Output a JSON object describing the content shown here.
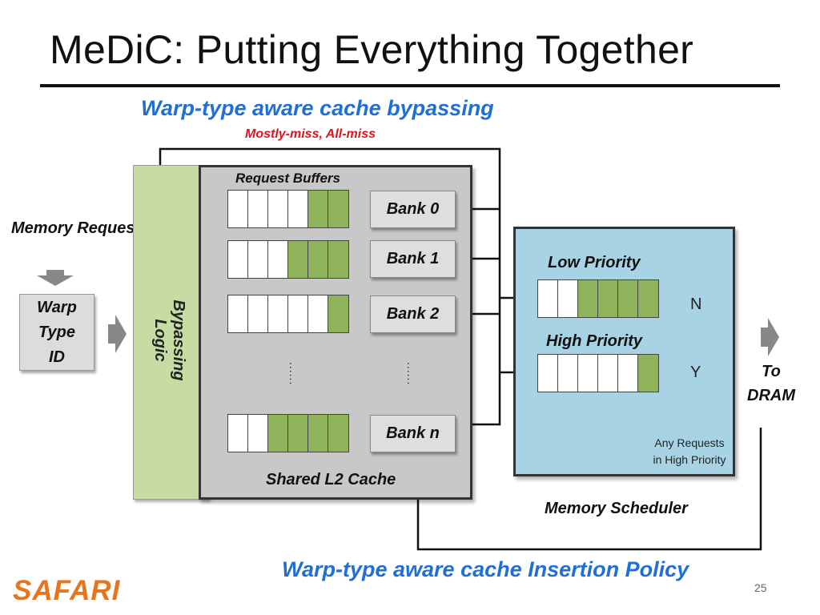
{
  "slide": {
    "title": "MeDiC: Putting Everything Together",
    "page_number": "25",
    "logo_text": "SAFARI"
  },
  "bypass": {
    "title": "Warp-type aware cache bypassing",
    "subtitle": "Mostly-miss, All-miss"
  },
  "insertion_policy": {
    "title": "Warp-type aware cache Insertion Policy"
  },
  "memory_request": {
    "label": "Memory Request"
  },
  "warp_type_id": {
    "label": "Warp\nType\nID"
  },
  "bypassing_logic": {
    "label": "Bypassing Logic"
  },
  "l2_cache": {
    "label": "Shared L2 Cache",
    "request_buffers_label": "Request Buffers",
    "banks": [
      {
        "label": "Bank 0",
        "filled_slots": 2
      },
      {
        "label": "Bank 1",
        "filled_slots": 3
      },
      {
        "label": "Bank 2",
        "filled_slots": 1
      },
      {
        "label": "Bank n",
        "filled_slots": 4
      }
    ],
    "slots_per_buffer": 6,
    "ellipsis": "......"
  },
  "memory_scheduler": {
    "label": "Memory Scheduler",
    "low_priority_label": "Low Priority",
    "high_priority_label": "High Priority",
    "low_priority_filled": 4,
    "high_priority_filled": 1,
    "queue_slots": 6,
    "mux_n": "N",
    "mux_y": "Y",
    "any_requests_label": "Any Requests\nin High Priority"
  },
  "to_dram": {
    "label": "To\nDRAM"
  },
  "colors": {
    "title_rule": "#111111",
    "accent_blue": "#1f6fd6",
    "accent_red": "#e0141c",
    "filled_slot": "#8fb35a",
    "bypass_bar": "#c6dca3",
    "l2_box": "#c8c8c8",
    "scheduler_box": "#a8d3e4",
    "logo": "#e8741c"
  }
}
